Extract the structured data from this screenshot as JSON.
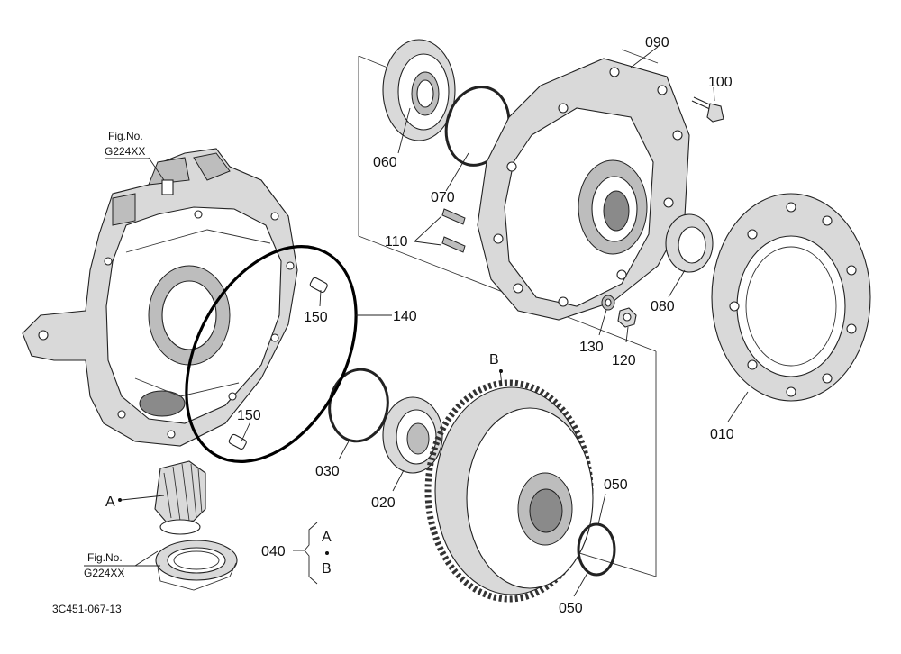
{
  "figure_code": "3C451-067-13",
  "fig_refs": [
    {
      "line1": "Fig.No.",
      "line2": "G224XX"
    },
    {
      "line1": "Fig.No.",
      "line2": "G224XX"
    }
  ],
  "part_labels": {
    "p010": "010",
    "p020": "020",
    "p030": "030",
    "p040": "040",
    "p050a": "050",
    "p050b": "050",
    "p060": "060",
    "p070": "070",
    "p080": "080",
    "p090": "090",
    "p100": "100",
    "p110": "110",
    "p120": "120",
    "p130": "130",
    "p140": "140",
    "p150a": "150",
    "p150b": "150"
  },
  "markers": {
    "a_pinion": "A",
    "b_gear": "B",
    "group_a": "A",
    "group_b": "B"
  },
  "highlight": {
    "part": "140",
    "color": "#000000"
  }
}
